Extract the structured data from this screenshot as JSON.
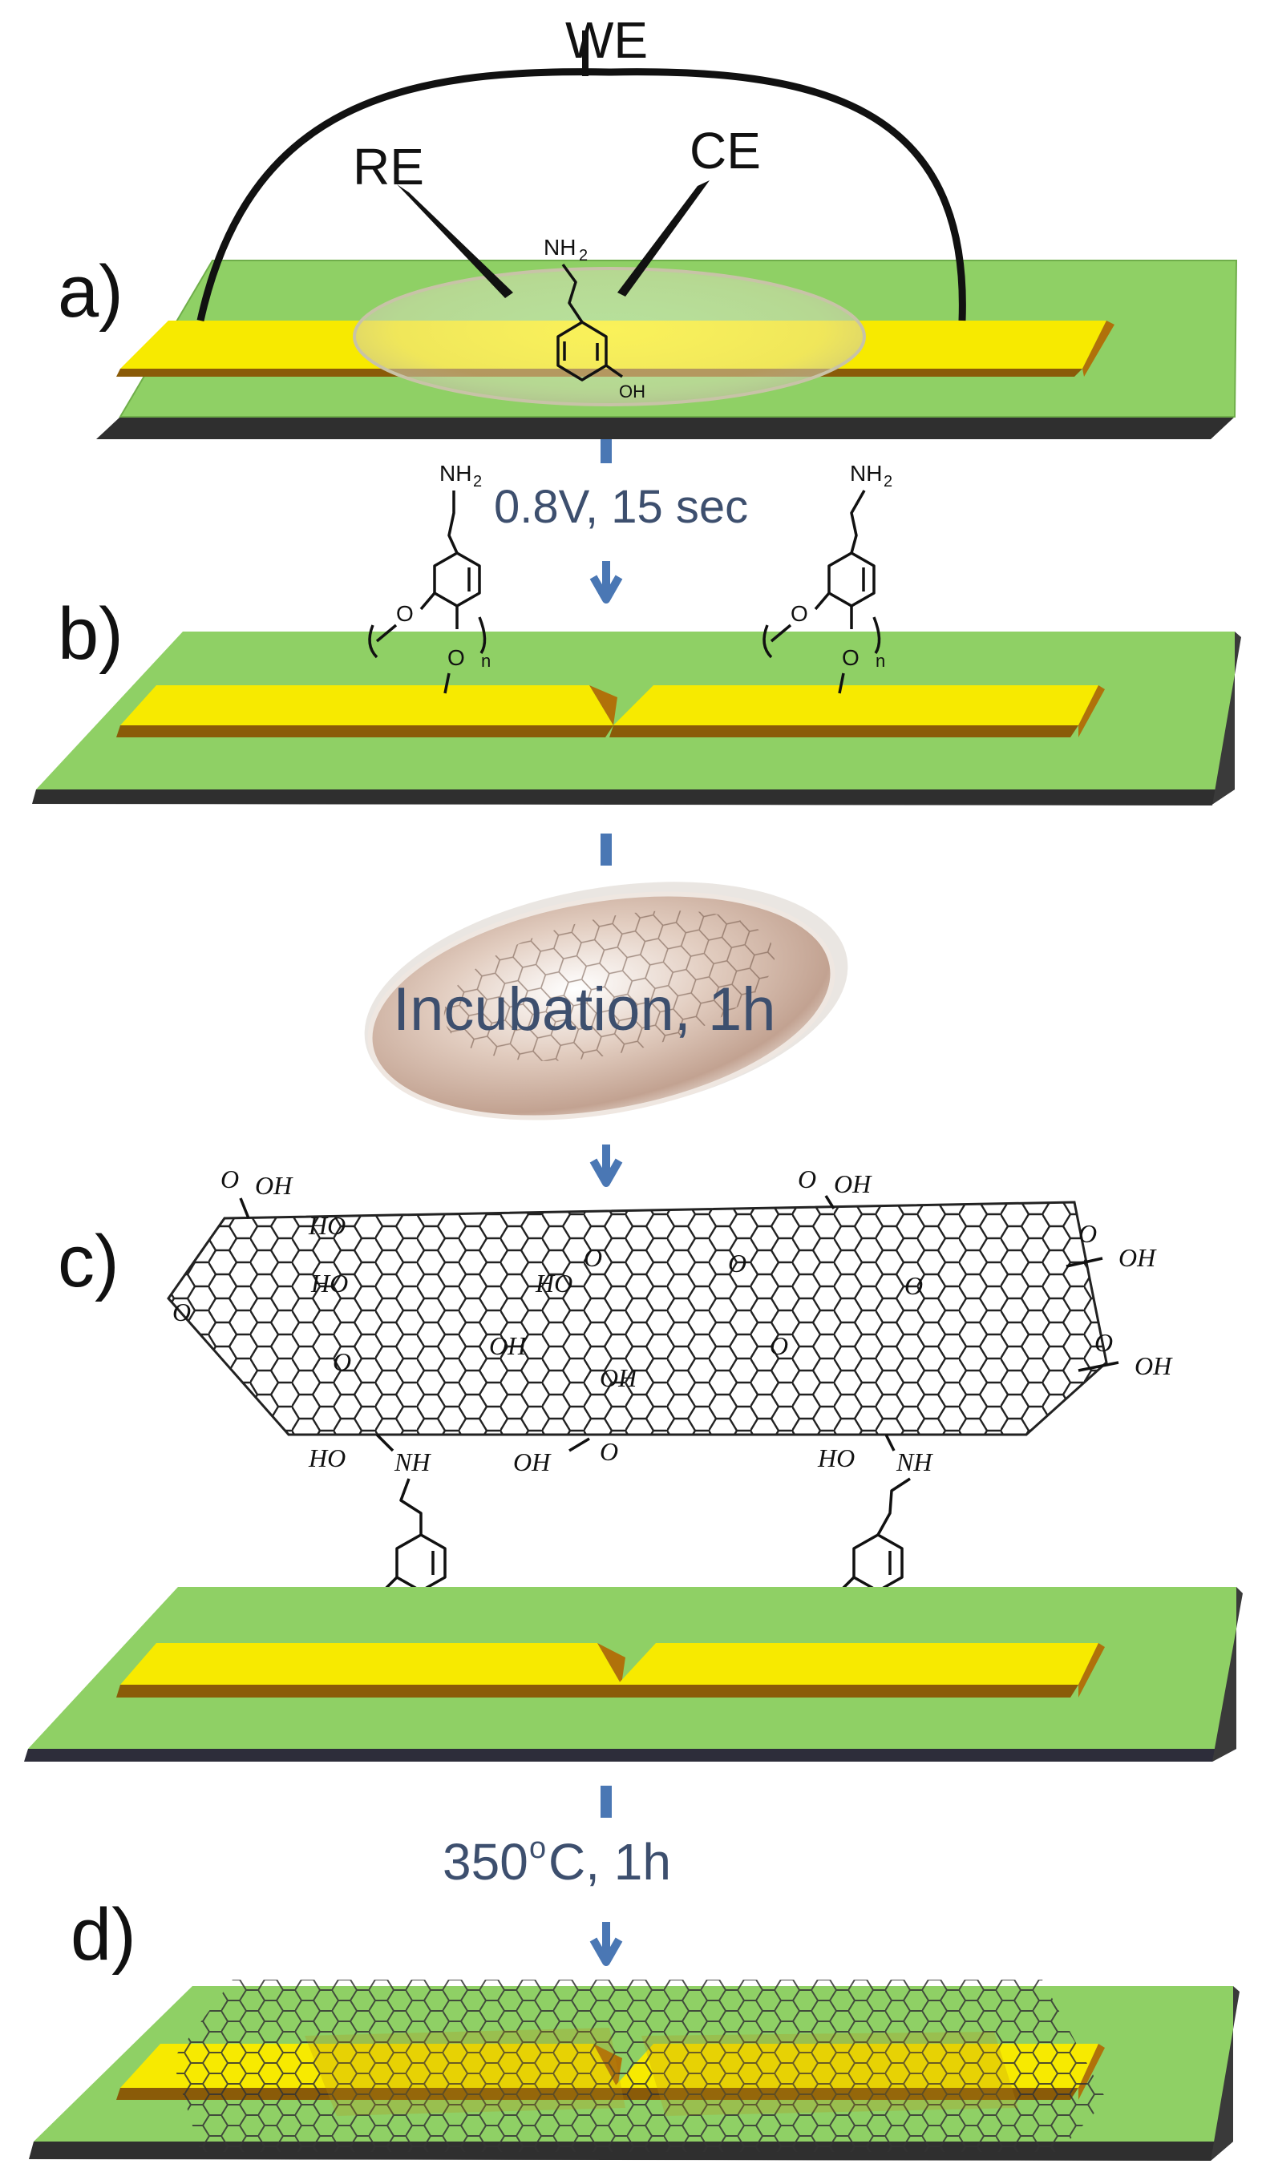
{
  "panels": {
    "a": "a)",
    "b": "b)",
    "c": "c)",
    "d": "d)"
  },
  "electrodes": {
    "working": "WE",
    "reference": "RE",
    "counter": "CE"
  },
  "steps": {
    "step1": "0.8V, 15 sec",
    "step2": "Incubation, 1h",
    "step3_temp": "350",
    "step3_sup": "o",
    "step3_rest": "C,  1h"
  },
  "molecule": {
    "amine": "NH",
    "amine_sub": "2",
    "hydroxyl": "OH",
    "ether_o": "O",
    "repeat_n": "n"
  },
  "graphene_oxide": {
    "carboxyl": "OH",
    "hydroxyl": "HO",
    "epoxy": "O",
    "oh": "OH",
    "amine": "NH"
  },
  "colors": {
    "substrate_top": "#8fd065",
    "substrate_edge": "#3f3f3f",
    "gold": "#f7ea00",
    "gold_edge": "#b0710a",
    "arrow": "#4a77b4",
    "step_text": "#3d4f6e"
  }
}
